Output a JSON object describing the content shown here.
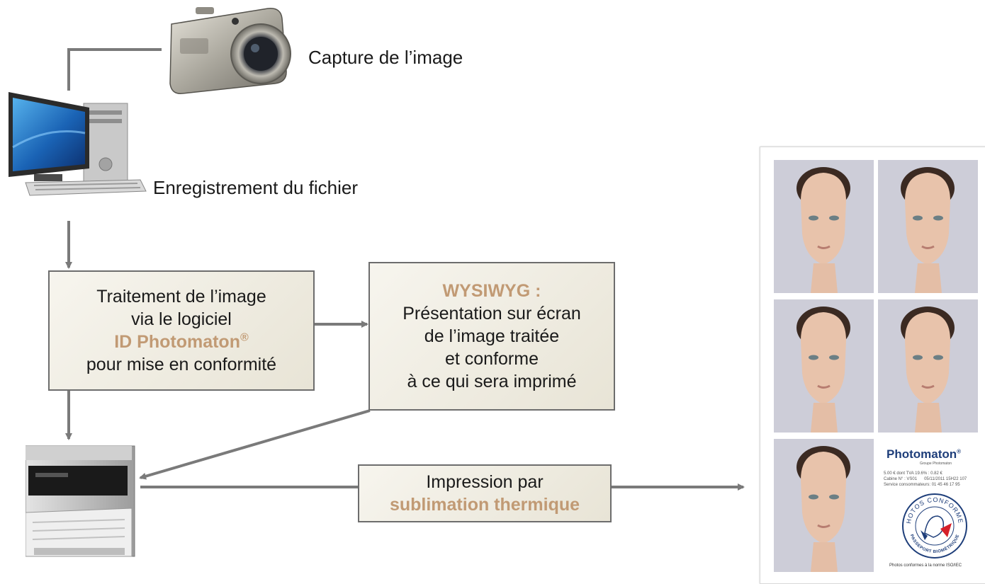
{
  "steps": {
    "capture": "Capture de l’image",
    "save": "Enregistrement du fichier"
  },
  "processing_box": {
    "line1": "Traitement de l’image",
    "line2": "via le logiciel",
    "software": "ID Photomaton",
    "software_mark": "®",
    "line4": "pour mise en conformité"
  },
  "wysiwyg_box": {
    "title": "WYSIWYG :",
    "line1": "Présentation sur écran",
    "line2": "de l’image traitée",
    "line3": "et conforme",
    "line4": "à ce qui sera imprimé"
  },
  "print_box": {
    "line1": "Impression par",
    "line2": "sublimation thermique"
  },
  "sheet": {
    "brand": "Photomaton",
    "brand_mark": "®",
    "brand_sub": "Groupe Photomaton",
    "info1": "5.00 € dont TVA 19.6% : 0.82 €",
    "info2": "Cabine N° : VS01      05/11/2011 15H22 107",
    "info3": "Service consommateurs: 01 45 46 17 95",
    "seal_top": "PHOTOS CONFORMES",
    "seal_bottom": "PASSEPORT BIOMÉTRIQUE",
    "footer": "Photos conformes à la norme ISO/IEC"
  },
  "colors": {
    "accent": "#c19a74",
    "connector": "#7a7a7a",
    "box_border": "#6d6d6d",
    "photo_bg": "#ccccd6"
  },
  "icons": [
    "camera-icon",
    "computer-icon",
    "printer-icon",
    "portrait-icon",
    "seal-icon"
  ]
}
